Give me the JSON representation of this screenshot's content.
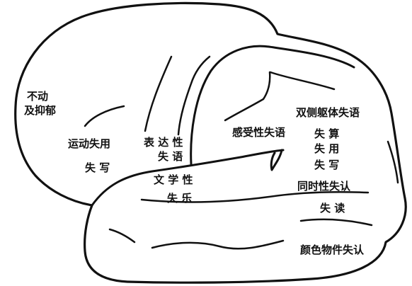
{
  "labels": {
    "abulia_1": "不动",
    "abulia_2": "及抑郁",
    "motor_apraxia_1": "运动失用",
    "motor_apraxia_2": "失 写",
    "expressive_aphasia_1": "表 达 性",
    "expressive_aphasia_2": "失 语",
    "receptive_aphasia": "感受性失语",
    "bilateral_asomatognosia": "双侧躯体失语",
    "acalculia": "失 算",
    "apraxia": "失 用",
    "agraphia": "失 写",
    "literary_amusia_1": "文 学 性",
    "literary_amusia_2": "失 乐",
    "simultanagnosia": "同时性失认",
    "alexia": "失 读",
    "color_object_agnosia": "颜色物件失认"
  },
  "colors": {
    "ink": "#111111",
    "paper": "#ffffff"
  }
}
